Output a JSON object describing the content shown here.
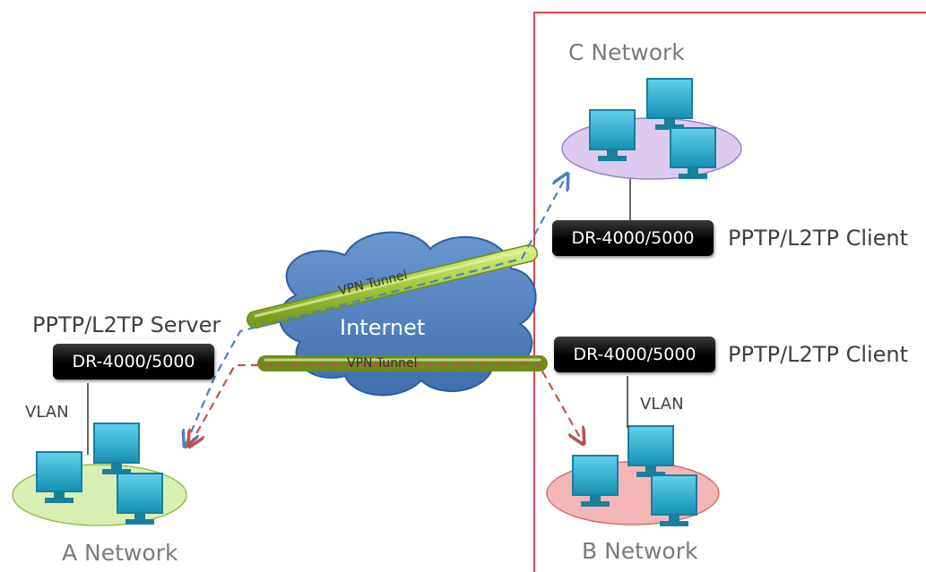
{
  "networks": {
    "a": "A Network",
    "b": "B Network",
    "c": "C Network"
  },
  "server": {
    "role": "PPTP/L2TP Server",
    "device": "DR-4000/5000",
    "vlan": "VLAN"
  },
  "client_c": {
    "role": "PPTP/L2TP Client",
    "device": "DR-4000/5000"
  },
  "client_b": {
    "role": "PPTP/L2TP Client",
    "device": "DR-4000/5000",
    "vlan": "VLAN"
  },
  "internet": {
    "label": "Internet"
  },
  "tunnels": {
    "upper": "VPN Tunnel",
    "lower": "VPN Tunnel"
  },
  "colors": {
    "boundary": "#d9141c",
    "tunnel_fill": "#a4c83a",
    "cloud_fill": "#4f81bd",
    "flow_blue": "#4f81bd",
    "flow_red": "#c0504d",
    "net_a": "#d8eeb2",
    "net_b": "#f4b6b6",
    "net_c": "#dccbee",
    "monitor": "#31b3d3"
  }
}
